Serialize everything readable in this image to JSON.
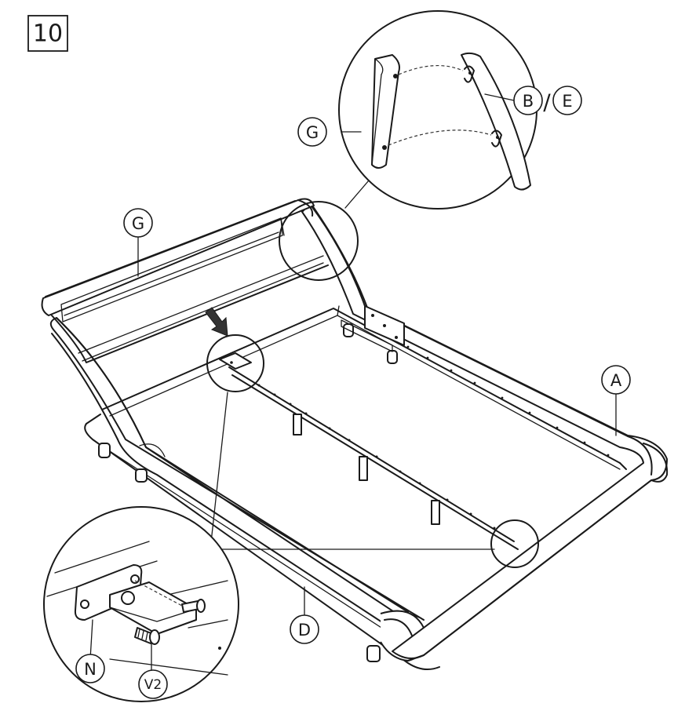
{
  "step_number": "10",
  "labels": {
    "G_detail": "G",
    "B": "B",
    "slash": "/",
    "E": "E",
    "G_main": "G",
    "A": "A",
    "D": "D",
    "N": "N",
    "V2": "V2"
  },
  "colors": {
    "line": "#1a1a1a",
    "background": "#ffffff"
  },
  "icons": {
    "pointer": "arrow-down-right-icon"
  }
}
